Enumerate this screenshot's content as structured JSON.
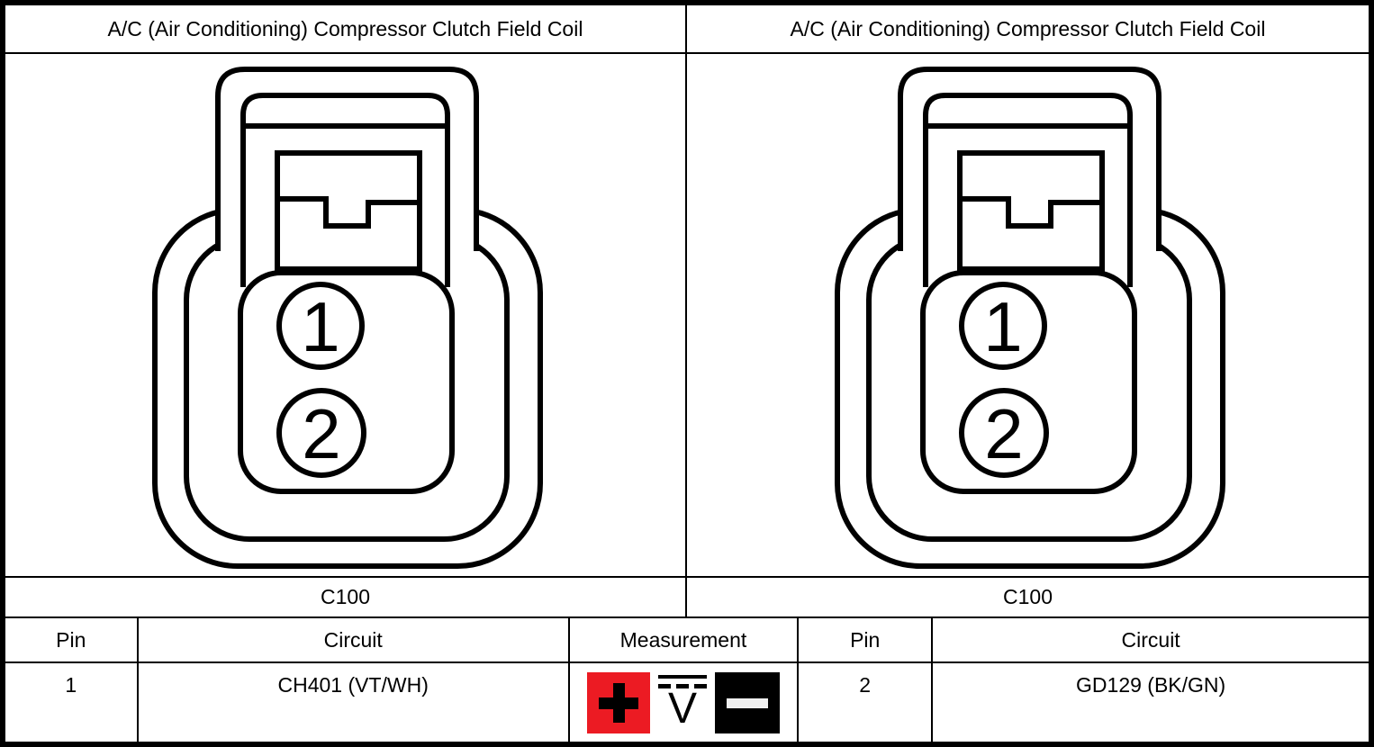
{
  "panels": {
    "left": {
      "title": "A/C (Air Conditioning) Compressor Clutch Field Coil",
      "connector_label": "C100",
      "pin_labels": [
        "1",
        "2"
      ]
    },
    "right": {
      "title": "A/C (Air Conditioning) Compressor Clutch Field Coil",
      "connector_label": "C100",
      "pin_labels": [
        "1",
        "2"
      ]
    }
  },
  "pin_table": {
    "header": {
      "pin_left": "Pin",
      "circuit_left": "Circuit",
      "measurement": "Measurement",
      "pin_right": "Pin",
      "circuit_right": "Circuit"
    },
    "row": {
      "pin_left": "1",
      "circuit_left": "CH401 (VT/WH)",
      "measurement_symbols": [
        "positive-probe",
        "dc-voltage",
        "negative-probe"
      ],
      "pin_right": "2",
      "circuit_right": "GD129 (BK/GN)"
    }
  },
  "measurement_symbols": {
    "dc_voltage_letter": "V",
    "positive_probe_color": "#EC1B23",
    "negative_probe_color": "#000000",
    "minus_bar_color": "#F0F0F0"
  }
}
